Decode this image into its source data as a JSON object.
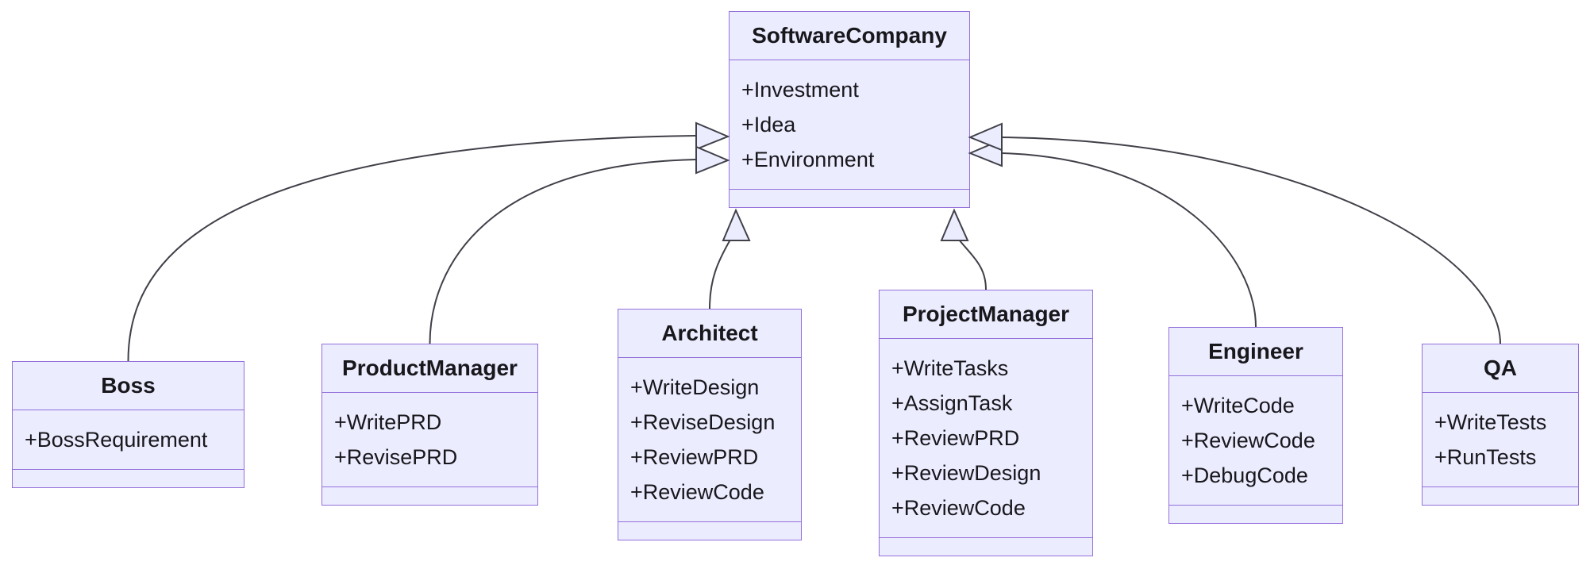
{
  "diagram": {
    "kind": "uml-class-diagram",
    "classes": [
      {
        "id": "software-company",
        "name": "SoftwareCompany",
        "attributes": [
          "+Investment",
          "+Idea",
          "+Environment"
        ],
        "methods": []
      },
      {
        "id": "boss",
        "name": "Boss",
        "attributes": [
          "+BossRequirement"
        ],
        "methods": []
      },
      {
        "id": "product-manager",
        "name": "ProductManager",
        "attributes": [
          "+WritePRD",
          "+RevisePRD"
        ],
        "methods": []
      },
      {
        "id": "architect",
        "name": "Architect",
        "attributes": [
          "+WriteDesign",
          "+ReviseDesign",
          "+ReviewPRD",
          "+ReviewCode"
        ],
        "methods": []
      },
      {
        "id": "project-manager",
        "name": "ProjectManager",
        "attributes": [
          "+WriteTasks",
          "+AssignTask",
          "+ReviewPRD",
          "+ReviewDesign",
          "+ReviewCode"
        ],
        "methods": []
      },
      {
        "id": "engineer",
        "name": "Engineer",
        "attributes": [
          "+WriteCode",
          "+ReviewCode",
          "+DebugCode"
        ],
        "methods": []
      },
      {
        "id": "qa",
        "name": "QA",
        "attributes": [
          "+WriteTests",
          "+RunTests"
        ],
        "methods": []
      }
    ],
    "relations": [
      {
        "from": "Boss",
        "to": "SoftwareCompany",
        "type": "inheritance"
      },
      {
        "from": "ProductManager",
        "to": "SoftwareCompany",
        "type": "inheritance"
      },
      {
        "from": "Architect",
        "to": "SoftwareCompany",
        "type": "inheritance"
      },
      {
        "from": "ProjectManager",
        "to": "SoftwareCompany",
        "type": "inheritance"
      },
      {
        "from": "Engineer",
        "to": "SoftwareCompany",
        "type": "inheritance"
      },
      {
        "from": "QA",
        "to": "SoftwareCompany",
        "type": "inheritance"
      }
    ],
    "colors": {
      "node_fill": "#ECECFF",
      "node_border": "#9370DB",
      "edge": "#404049",
      "text": "#17171c",
      "background": "#ffffff"
    }
  }
}
